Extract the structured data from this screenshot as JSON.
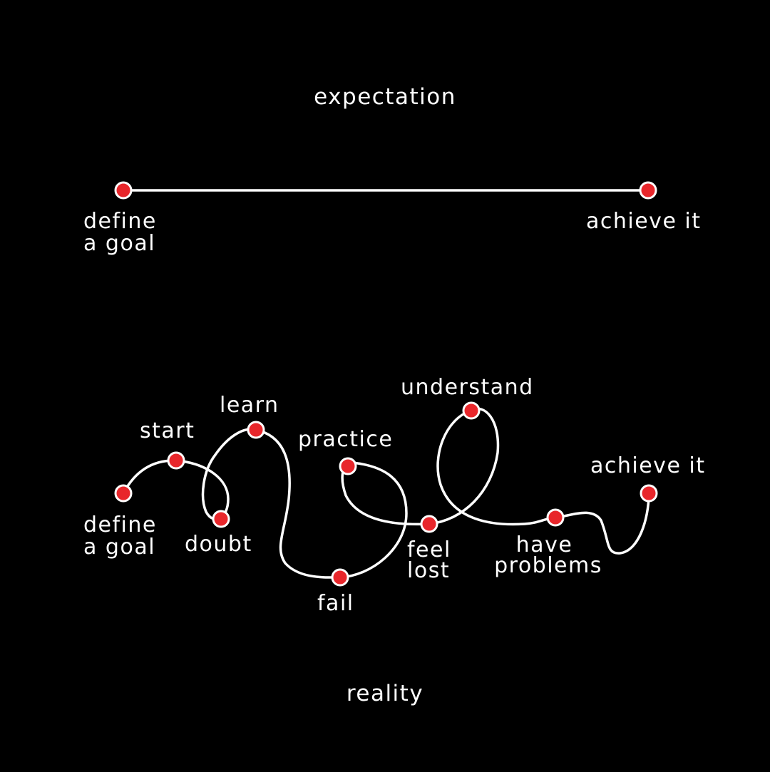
{
  "colors": {
    "background": "#000000",
    "line": "#ffffff",
    "node_fill": "#e8262b",
    "node_stroke": "#ffffff",
    "text": "#ffffff"
  },
  "expectation": {
    "title": "expectation",
    "start_label": [
      "define",
      "a goal"
    ],
    "end_label": [
      "achieve it"
    ]
  },
  "reality": {
    "title": "reality",
    "nodes": {
      "define": [
        "define",
        "a goal"
      ],
      "start": [
        "start"
      ],
      "doubt": [
        "doubt"
      ],
      "learn": [
        "learn"
      ],
      "fail": [
        "fail"
      ],
      "practice": [
        "practice"
      ],
      "feel_lost": [
        "feel",
        "lost"
      ],
      "understand": [
        "understand"
      ],
      "have_problems": [
        "have",
        "problems"
      ],
      "achieve": [
        "achieve it"
      ]
    }
  }
}
